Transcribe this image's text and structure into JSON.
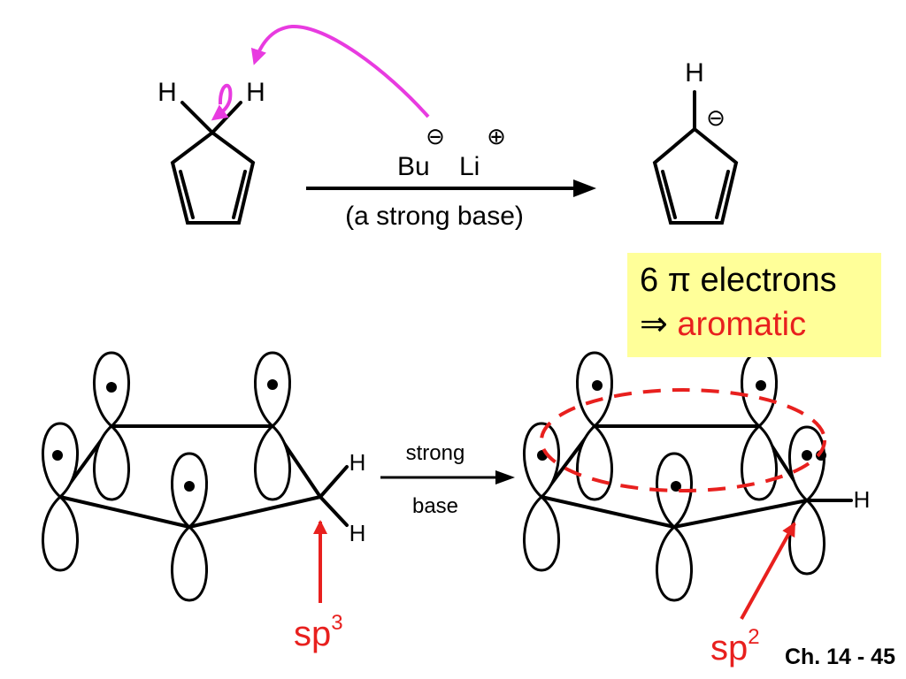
{
  "reaction": {
    "reactant_h_left": "H",
    "reactant_h_right": "H",
    "product_h": "H",
    "reagent_bu": "Bu",
    "reagent_li": "Li",
    "minus_sign": "⊖",
    "plus_sign": "⊕",
    "reagent_note": "(a strong base)"
  },
  "note": {
    "line1_prefix": "6 π electrons",
    "line2_symbol": "⇒",
    "line2_word": "aromatic"
  },
  "orbitals": {
    "arrow_top": "strong",
    "arrow_bottom": "base",
    "h_label": "H",
    "left_hybrid_base": "sp",
    "left_hybrid_sup": "3",
    "right_hybrid_base": "sp",
    "right_hybrid_sup": "2"
  },
  "footer": {
    "slide_ref": "Ch. 14 - 45"
  },
  "colors": {
    "curly_arrow": "#e83be0",
    "accent_red": "#e8201e",
    "highlight": "#ffff99"
  }
}
